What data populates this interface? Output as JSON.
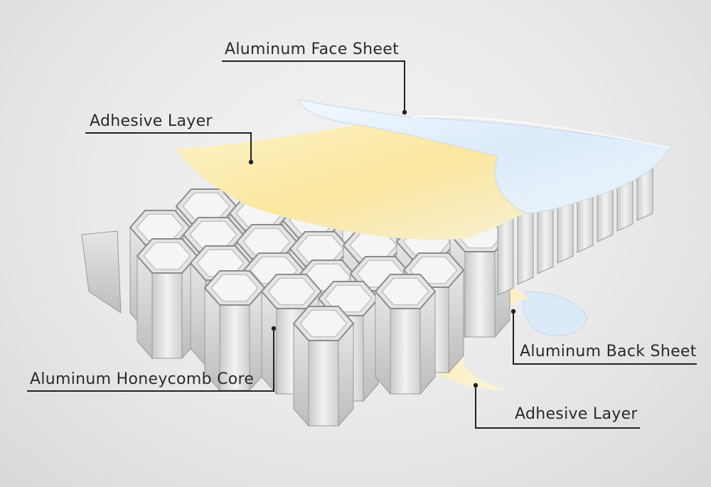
{
  "labels": {
    "face_sheet": "Aluminum Face Sheet",
    "adhesive_top": "Adhesive Layer",
    "back_sheet": "Aluminum Back Sheet",
    "honeycomb_core": "Aluminum Honeycomb Core",
    "adhesive_bottom": "Adhesive Layer"
  },
  "colors": {
    "face_sheet": "#dfeefb",
    "adhesive": "#fbe9a6",
    "cell_wall": "#d4d4d4",
    "leader_line": "#222222",
    "background": "#e9e9e9"
  }
}
